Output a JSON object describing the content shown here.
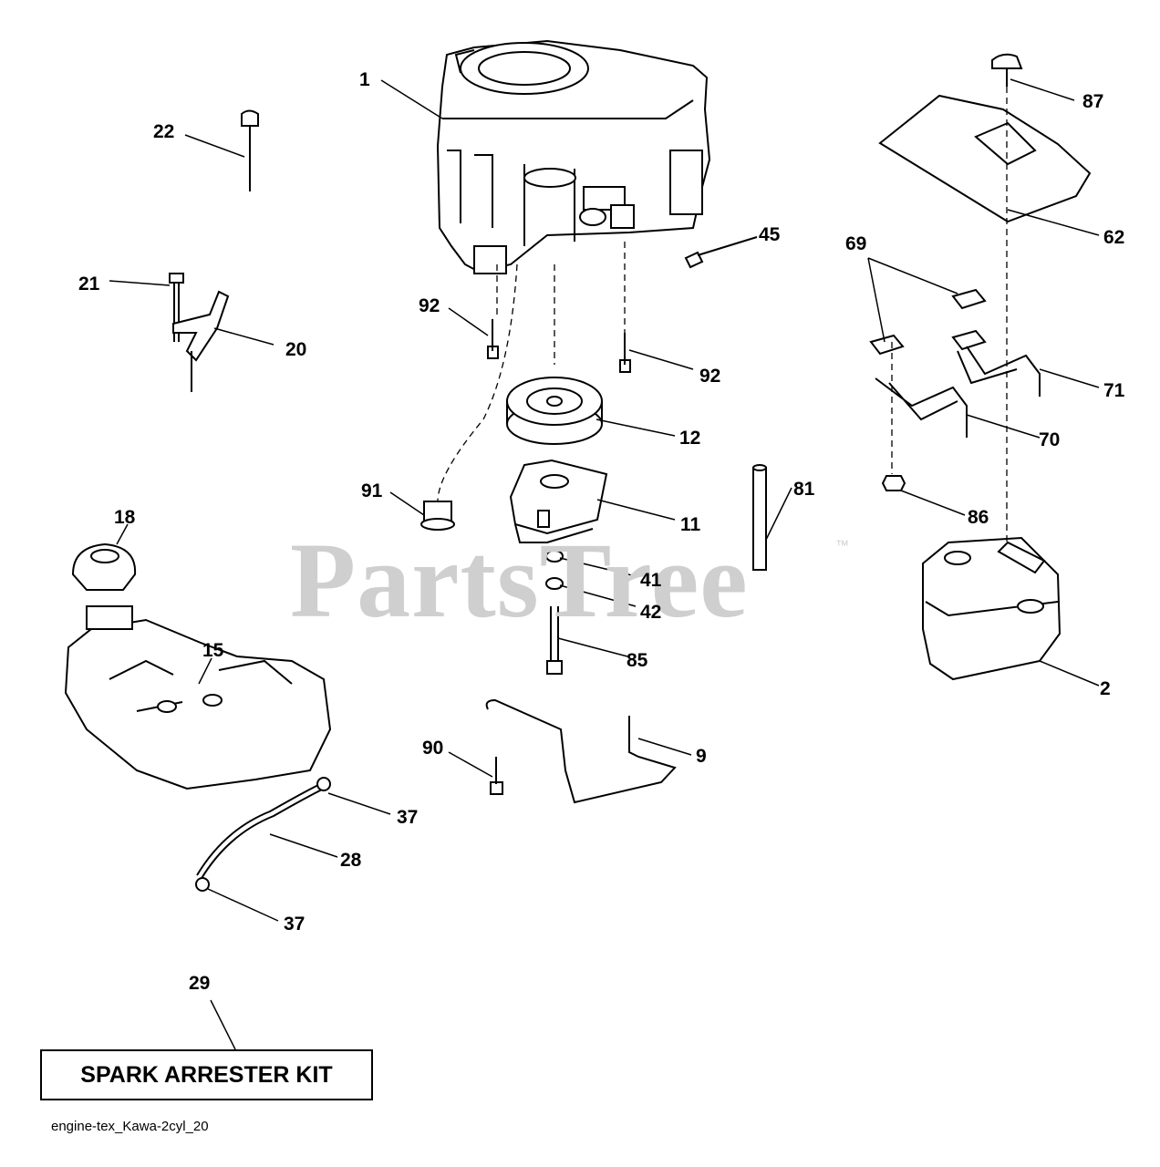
{
  "callouts": [
    {
      "id": "1",
      "label": "1"
    },
    {
      "id": "2",
      "label": "2"
    },
    {
      "id": "9",
      "label": "9"
    },
    {
      "id": "11",
      "label": "11"
    },
    {
      "id": "12",
      "label": "12"
    },
    {
      "id": "15",
      "label": "15"
    },
    {
      "id": "18",
      "label": "18"
    },
    {
      "id": "20",
      "label": "20"
    },
    {
      "id": "21",
      "label": "21"
    },
    {
      "id": "22",
      "label": "22"
    },
    {
      "id": "28",
      "label": "28"
    },
    {
      "id": "29",
      "label": "29"
    },
    {
      "id": "37a",
      "label": "37"
    },
    {
      "id": "37b",
      "label": "37"
    },
    {
      "id": "41",
      "label": "41"
    },
    {
      "id": "42",
      "label": "42"
    },
    {
      "id": "45",
      "label": "45"
    },
    {
      "id": "62",
      "label": "62"
    },
    {
      "id": "69",
      "label": "69"
    },
    {
      "id": "70",
      "label": "70"
    },
    {
      "id": "71",
      "label": "71"
    },
    {
      "id": "81",
      "label": "81"
    },
    {
      "id": "85",
      "label": "85"
    },
    {
      "id": "86",
      "label": "86"
    },
    {
      "id": "87",
      "label": "87"
    },
    {
      "id": "90",
      "label": "90"
    },
    {
      "id": "91",
      "label": "91"
    },
    {
      "id": "92a",
      "label": "92"
    },
    {
      "id": "92b",
      "label": "92"
    }
  ],
  "kit_label": "SPARK ARRESTER KIT",
  "diagram_id": "engine-tex_Kawa-2cyl_20",
  "watermark": {
    "text": "PartsTree",
    "mark": "™",
    "color": "#cfcfcf"
  }
}
